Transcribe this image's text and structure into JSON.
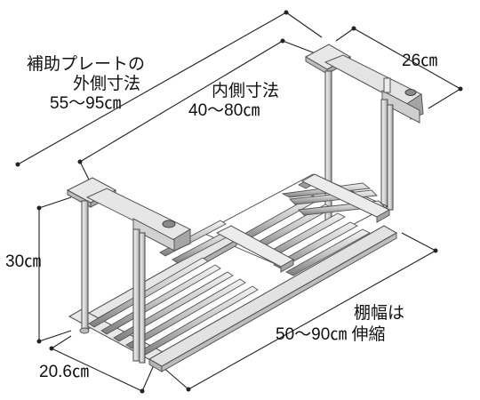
{
  "labels": {
    "plate_title": "補助プレートの",
    "plate_outer": "外側寸法",
    "plate_range": "55～95㎝",
    "inner_title": "内側寸法",
    "inner_range": "40～80㎝",
    "depth": "26㎝",
    "height": "30㎝",
    "width_base": "20.6㎝",
    "shelf_title": "棚幅は",
    "shelf_range": "50～90㎝ 伸縮"
  },
  "colors": {
    "frame": "#e6e6e6",
    "frame_dark": "#9a9a9a",
    "bar_light": "#d9d9d9",
    "bar_dark": "#8c8c8c",
    "plate": "#dcdcdc",
    "dim_line": "#222222"
  }
}
